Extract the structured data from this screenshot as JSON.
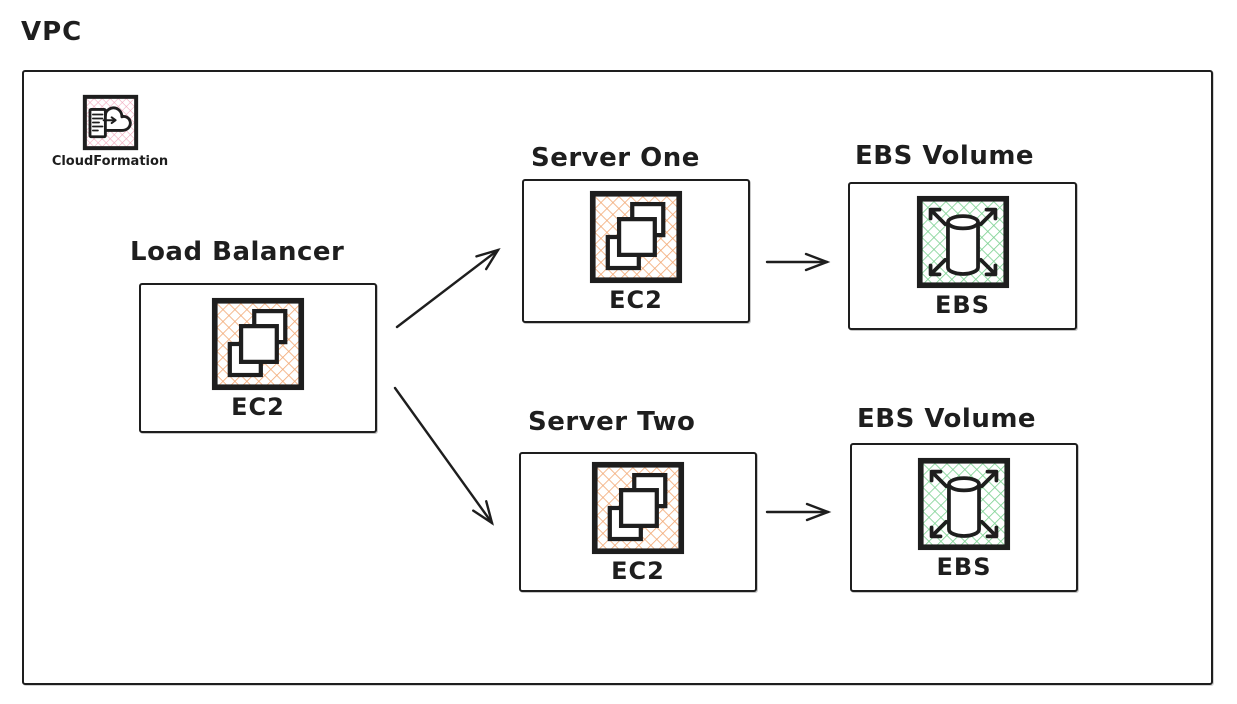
{
  "diagram": {
    "vpc_label": "VPC",
    "cloudformation": {
      "label": "CloudFormation"
    },
    "nodes": [
      {
        "id": "load-balancer",
        "title": "Load Balancer",
        "icon": "ec2-icon",
        "service_label": "EC2"
      },
      {
        "id": "server-one",
        "title": "Server One",
        "icon": "ec2-icon",
        "service_label": "EC2"
      },
      {
        "id": "ebs-volume-one",
        "title": "EBS Volume",
        "icon": "ebs-icon",
        "service_label": "EBS"
      },
      {
        "id": "server-two",
        "title": "Server Two",
        "icon": "ec2-icon",
        "service_label": "EC2"
      },
      {
        "id": "ebs-volume-two",
        "title": "EBS Volume",
        "icon": "ebs-icon",
        "service_label": "EBS"
      }
    ],
    "edges": [
      {
        "from": "load-balancer",
        "to": "server-one"
      },
      {
        "from": "load-balancer",
        "to": "server-two"
      },
      {
        "from": "server-one",
        "to": "ebs-volume-one"
      },
      {
        "from": "server-two",
        "to": "ebs-volume-two"
      }
    ],
    "colors": {
      "stroke": "#1e1e1e",
      "ec2_pattern": "#f2a874",
      "ebs_pattern": "#7bd190",
      "cf_pattern": "#f0a6ba",
      "background": "#ffffff"
    }
  }
}
